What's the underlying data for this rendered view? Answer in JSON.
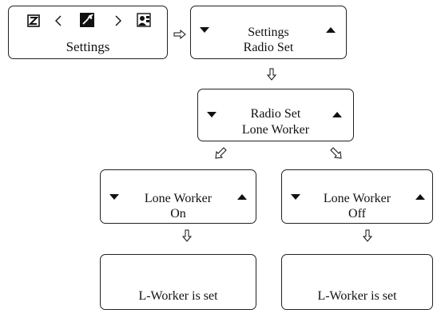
{
  "home": {
    "title": "Settings",
    "icons": [
      "z-box-icon",
      "chevron-left-icon",
      "wrench-icon",
      "chevron-right-icon",
      "contact-icon"
    ]
  },
  "screens": {
    "settings_menu": {
      "line1": "Settings",
      "line2": "Radio Set"
    },
    "radio_set_menu": {
      "line1": "Radio Set",
      "line2": "Lone Worker"
    },
    "lone_worker_on": {
      "line1": "Lone Worker",
      "line2": "On"
    },
    "lone_worker_off": {
      "line1": "Lone Worker",
      "line2": "Off"
    },
    "confirm_left": {
      "message": "L-Worker is set"
    },
    "confirm_right": {
      "message": "L-Worker is set"
    }
  },
  "flow_arrows": [
    "right",
    "down",
    "down-left",
    "down-right",
    "down",
    "down"
  ],
  "colors": {
    "stroke": "#222222",
    "background": "#ffffff",
    "text": "#111111"
  }
}
